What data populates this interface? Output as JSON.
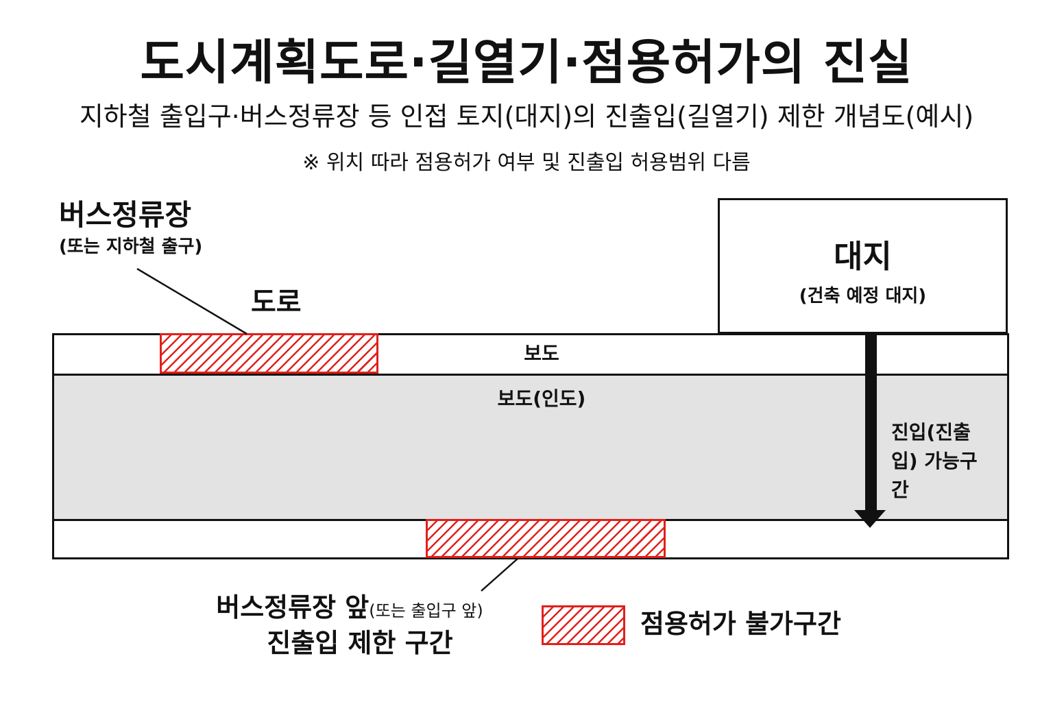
{
  "title": "도시계획도로·길열기·점용허가의 진실",
  "subtitle": "지하철 출입구·버스정류장 등 인접 토지(대지)의 진출입(길열기) 제한 개념도(예시)",
  "note": "※ 위치 따라 점용허가 여부 및 진출입 허용범위 다름",
  "bus_stop": {
    "label": "버스정류장",
    "sub": "(또는 지하철 출구)"
  },
  "road_label": "도로",
  "lot": {
    "title": "대지",
    "sub": "(건축 예정 대지)"
  },
  "sidewalk_label": "보도",
  "sidewalk2_label": "보도(인도)",
  "entry_label": "진입(진출입) 가능구간",
  "bottom": {
    "main": "버스정류장 앞",
    "small": "(또는 출입구 앞)",
    "sub": "진출입 제한 구간"
  },
  "legend": {
    "label": "점용허가 불가구간"
  },
  "colors": {
    "hatch": "#e0201b",
    "sidewalk_fill": "#e3e3e3",
    "line": "#111111"
  },
  "icons": {
    "arrow": "down-arrow-icon"
  }
}
